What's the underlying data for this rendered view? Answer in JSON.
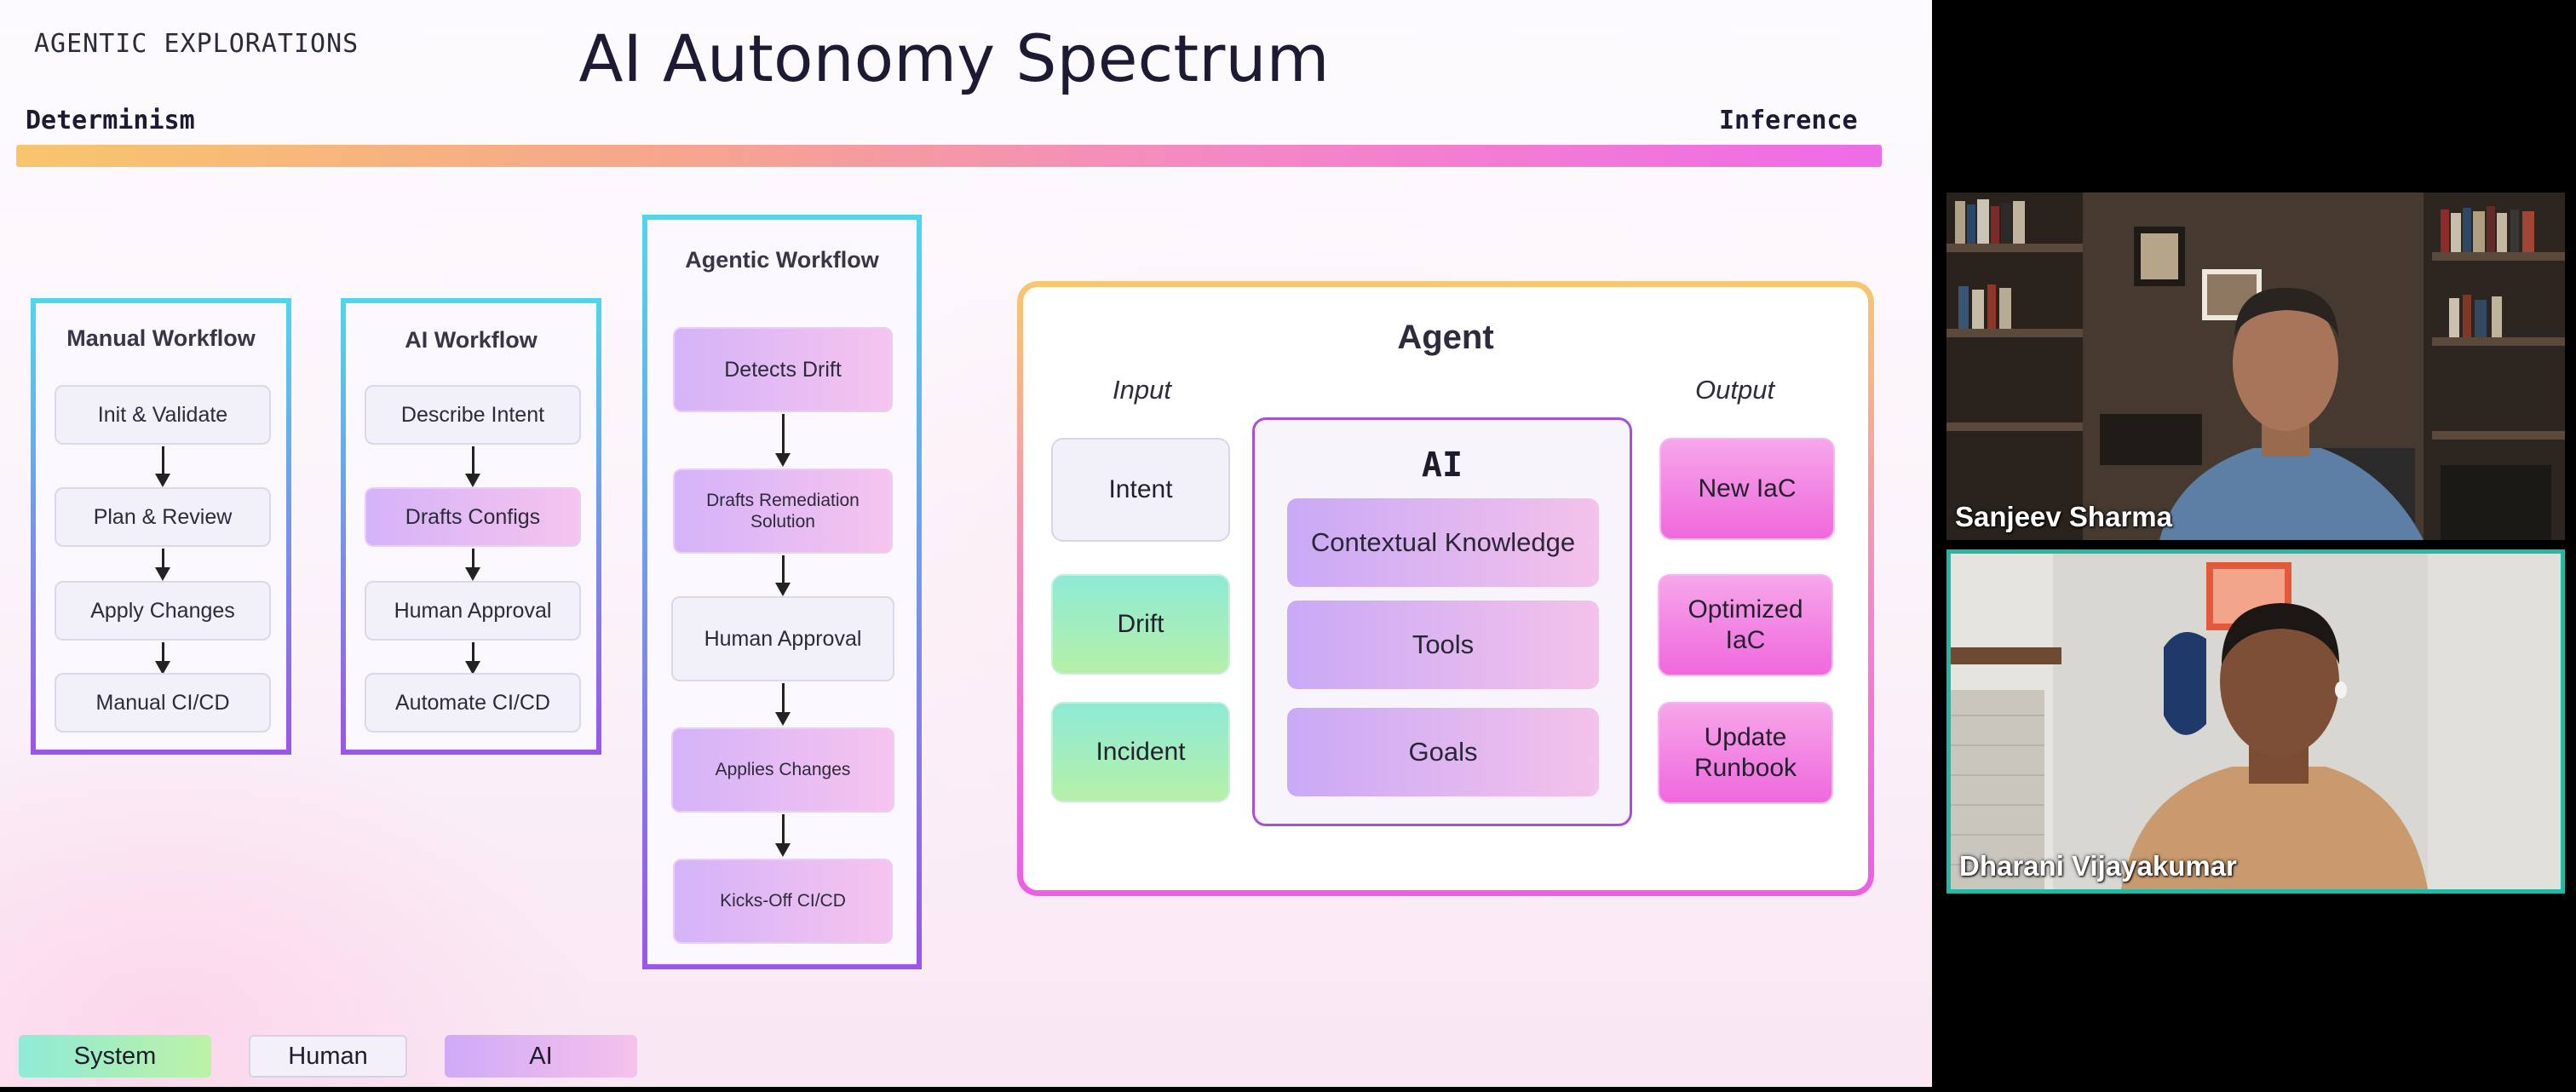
{
  "slide": {
    "eyebrow": "AGENTIC EXPLORATIONS",
    "title": "AI Autonomy Spectrum",
    "scale": {
      "left": "Determinism",
      "right": "Inference"
    }
  },
  "workflows": {
    "manual": {
      "title": "Manual Workflow",
      "steps": [
        "Init & Validate",
        "Plan & Review",
        "Apply Changes",
        "Manual CI/CD"
      ]
    },
    "ai": {
      "title": "AI Workflow",
      "steps": [
        "Describe Intent",
        "Drafts Configs",
        "Human Approval",
        "Automate CI/CD"
      ]
    },
    "agentic": {
      "title": "Agentic Workflow",
      "steps": [
        "Detects Drift",
        "Drafts Remediation Solution",
        "Human Approval",
        "Applies Changes",
        "Kicks-Off CI/CD"
      ]
    }
  },
  "agent": {
    "title": "Agent",
    "input_label": "Input",
    "output_label": "Output",
    "inputs": [
      "Intent",
      "Drift",
      "Incident"
    ],
    "outputs": [
      "New IaC",
      "Optimized IaC",
      "Update Runbook"
    ],
    "ai": {
      "title": "AI",
      "items": [
        "Contextual Knowledge",
        "Tools",
        "Goals"
      ]
    }
  },
  "legend": [
    "System",
    "Human",
    "AI"
  ],
  "participants": [
    {
      "name": "Sanjeev Sharma"
    },
    {
      "name": "Dharani Vijayakumar",
      "active_speaker": true
    }
  ],
  "colors": {
    "active_speaker_border": "#23b9a6",
    "system": "#8fead6",
    "human": "#f3f0f9",
    "ai": "#cfaaf7",
    "output": "#ef68de"
  }
}
